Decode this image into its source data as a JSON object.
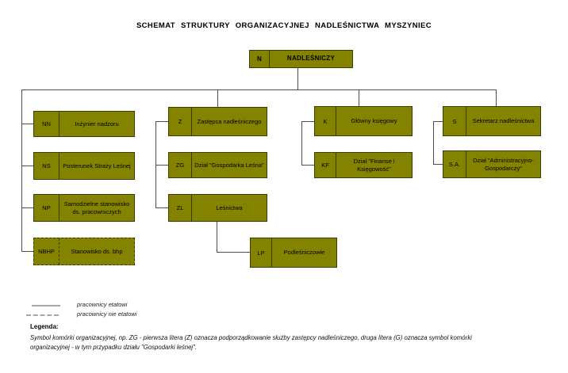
{
  "title": "SCHEMAT STRUKTURY ORGANIZACYJNEJ NADLEŚNICTWA MYSZYNIEC",
  "colors": {
    "box_fill": "#838300",
    "box_border": "#3b3b00",
    "connector_line": "#4d4d4d",
    "legend_sample_line": "#a6a6a6"
  },
  "boxes": {
    "n": {
      "code": "N",
      "label": "NADLEŚNICZY"
    },
    "nn": {
      "code": "NN",
      "label": "Inżynier nadzoru"
    },
    "ns": {
      "code": "NS",
      "label": "Posterunek Straży Leśnej"
    },
    "np": {
      "code": "NP",
      "label": "Samodzielne stanowisko ds. pracowniczych"
    },
    "nbhp": {
      "code": "NBHP",
      "label": "Stanowisko ds. bhp"
    },
    "z": {
      "code": "Z",
      "label": "Zastępca nadleśniczego"
    },
    "zg": {
      "code": "ZG",
      "label": "Dział \"Gospodarka Leśna\""
    },
    "zl": {
      "code": "ZL",
      "label": "Leśnictwa"
    },
    "lp": {
      "code": "LP",
      "label": "Podleśniczowie"
    },
    "k": {
      "code": "K",
      "label": "Główny księgowy"
    },
    "kf": {
      "code": "KF",
      "label": "Dział \"Finanse i Księgowość\""
    },
    "s": {
      "code": "S",
      "label": "Sekretarz nadleśnictwa"
    },
    "sa": {
      "code": "S.A.",
      "label": "Dział \"Administracyjno-Gospodarczy\""
    }
  },
  "legend": {
    "solid_label": "pracownicy etatowi",
    "dashed_label": "pracownicy nie etatowi",
    "heading": "Legenda:",
    "body_line1": "Symbol komórki organizacyjnej, np. ZG - pierwsza litera (Z) oznacza podporządkowanie służby zastępcy nadleśniczego, druga litera (G) oznacza symbol komórki",
    "body_line2": "organizacyjnej -  w tym przypadku działu \"Gospodarki leśnej\"."
  }
}
